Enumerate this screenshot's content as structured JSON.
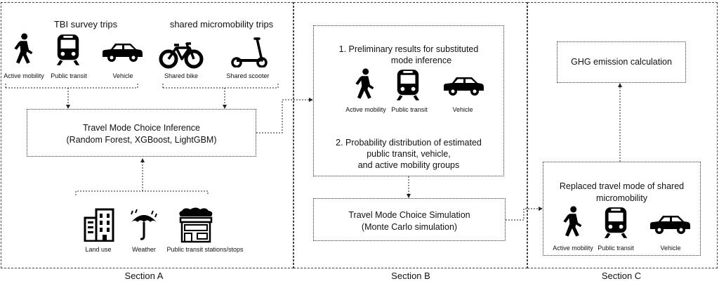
{
  "section_a": {
    "label": "Section A",
    "tbi_heading": "TBI survey trips",
    "micro_heading": "shared micromobility trips",
    "icons": {
      "active": "Active mobility",
      "transit": "Public transit",
      "vehicle": "Vehicle",
      "bike": "Shared bike",
      "scooter": "Shared scooter"
    },
    "inference_line1": "Travel Mode Choice Inference",
    "inference_line2": "(Random Forest, XGBoost, LightGBM)",
    "factors": {
      "land_use": "Land use",
      "weather": "Weather",
      "stations": "Public transit stations/stops"
    }
  },
  "section_b": {
    "label": "Section B",
    "prelim_line1": "1. Preliminary results for substituted",
    "prelim_line2": "mode inference",
    "icons": {
      "active": "Active mobility",
      "transit": "Public transit",
      "vehicle": "Vehicle"
    },
    "prob_line1": "2. Probability distribution of estimated",
    "prob_line2": "public transit, vehicle,",
    "prob_line3": "and active mobility groups",
    "sim_line1": "Travel Mode Choice Simulation",
    "sim_line2": "(Monte Carlo simulation)"
  },
  "section_c": {
    "label": "Section C",
    "ghg": "GHG emission calculation",
    "replaced_line1": "Replaced travel mode of shared",
    "replaced_line2": "micromobility",
    "icons": {
      "active": "Active mobility",
      "transit": "Public transit",
      "vehicle": "Vehicle"
    }
  }
}
